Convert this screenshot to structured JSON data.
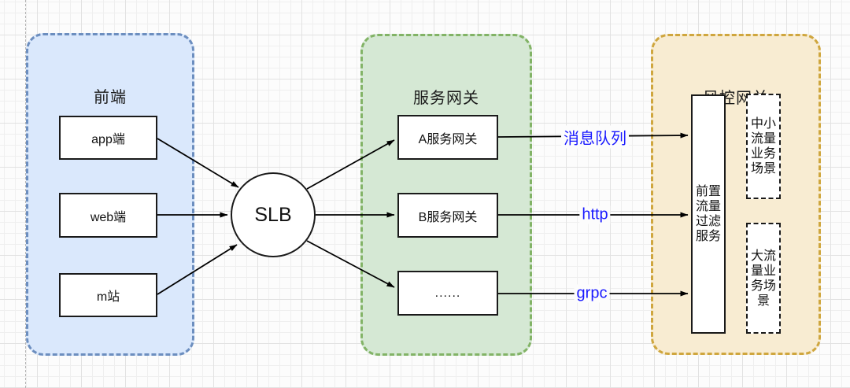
{
  "canvas": {
    "grid_minor_color": "#efefef",
    "grid_major_color": "#e2e2e2",
    "page_divider_color": "#b5b5b5"
  },
  "containers": {
    "frontend": {
      "title": "前端",
      "fill": "#dae8fc",
      "border": "#6c8ebf"
    },
    "service_gateway": {
      "title": "服务网关",
      "fill": "#d5e8d4",
      "border": "#82b366"
    },
    "risk_gateway": {
      "title": "风控网关",
      "fill": "#f8ecd2",
      "border": "#cfa63e"
    }
  },
  "nodes": {
    "frontend": [
      "app端",
      "web端",
      "m站"
    ],
    "slb": "SLB",
    "service_gateway": [
      "A服务网关",
      "B服务网关",
      "......"
    ],
    "filter_service": "前置流量过滤服务",
    "scenarios": [
      "中小流量业务场景",
      "大流量业务场景"
    ]
  },
  "edge_labels": {
    "color": "#1a1aff",
    "items": [
      "消息队列",
      "http",
      "grpc"
    ]
  }
}
